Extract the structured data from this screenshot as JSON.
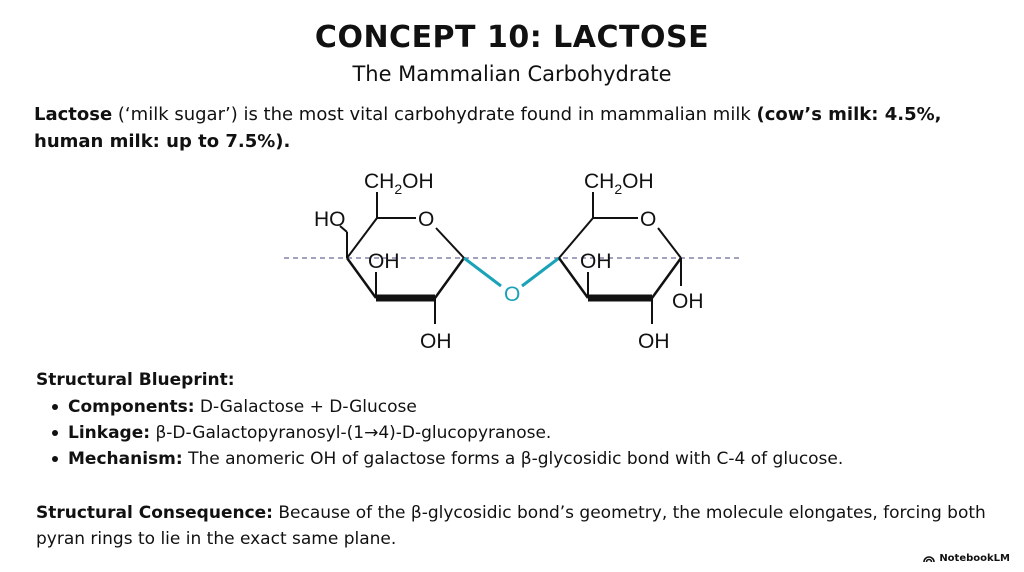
{
  "header": {
    "title": "CONCEPT 10: LACTOSE",
    "subtitle": "The Mammalian Carbohydrate"
  },
  "intro": {
    "term": "Lactose",
    "part1": " (‘milk sugar’) is the most vital carbohydrate found in mammalian milk ",
    "bold_tail": "(cow’s milk: 4.5%, human milk: up to 7.5%)."
  },
  "diagram": {
    "gal_ch2": "CH",
    "gal_sub": "2",
    "gal_oh": "OH",
    "gal_ho": "HO",
    "gal_ring_o": "O",
    "gal_oh_inner": "OH",
    "gal_oh_bottom": "OH",
    "glycosidic_o": "O",
    "glc_ch2": "CH",
    "glc_sub": "2",
    "glc_oh": "OH",
    "glc_ring_o": "O",
    "glc_oh_inner": "OH",
    "glc_oh_right": "OH",
    "glc_oh_bottom": "OH",
    "colors": {
      "bond": "#111111",
      "link": "#1aa3b8",
      "plane": "#6a6a9a"
    }
  },
  "blueprint": {
    "heading": "Structural Blueprint:",
    "items": [
      {
        "label": "Components:",
        "text": " D-Galactose + D-Glucose"
      },
      {
        "label": "Linkage:",
        "text": " β-D-Galactopyranosyl-(1→4)-D-glucopyranose."
      },
      {
        "label": "Mechanism:",
        "text": " The anomeric OH of galactose forms a β-glycosidic bond with C-4 of glucose."
      }
    ]
  },
  "consequence": {
    "label": "Structural Consequence:",
    "text": " Because of the β-glycosidic bond’s geometry, the molecule elongates, forcing both pyran rings to lie in the exact same plane."
  },
  "brand": {
    "name": "NotebookLM"
  }
}
